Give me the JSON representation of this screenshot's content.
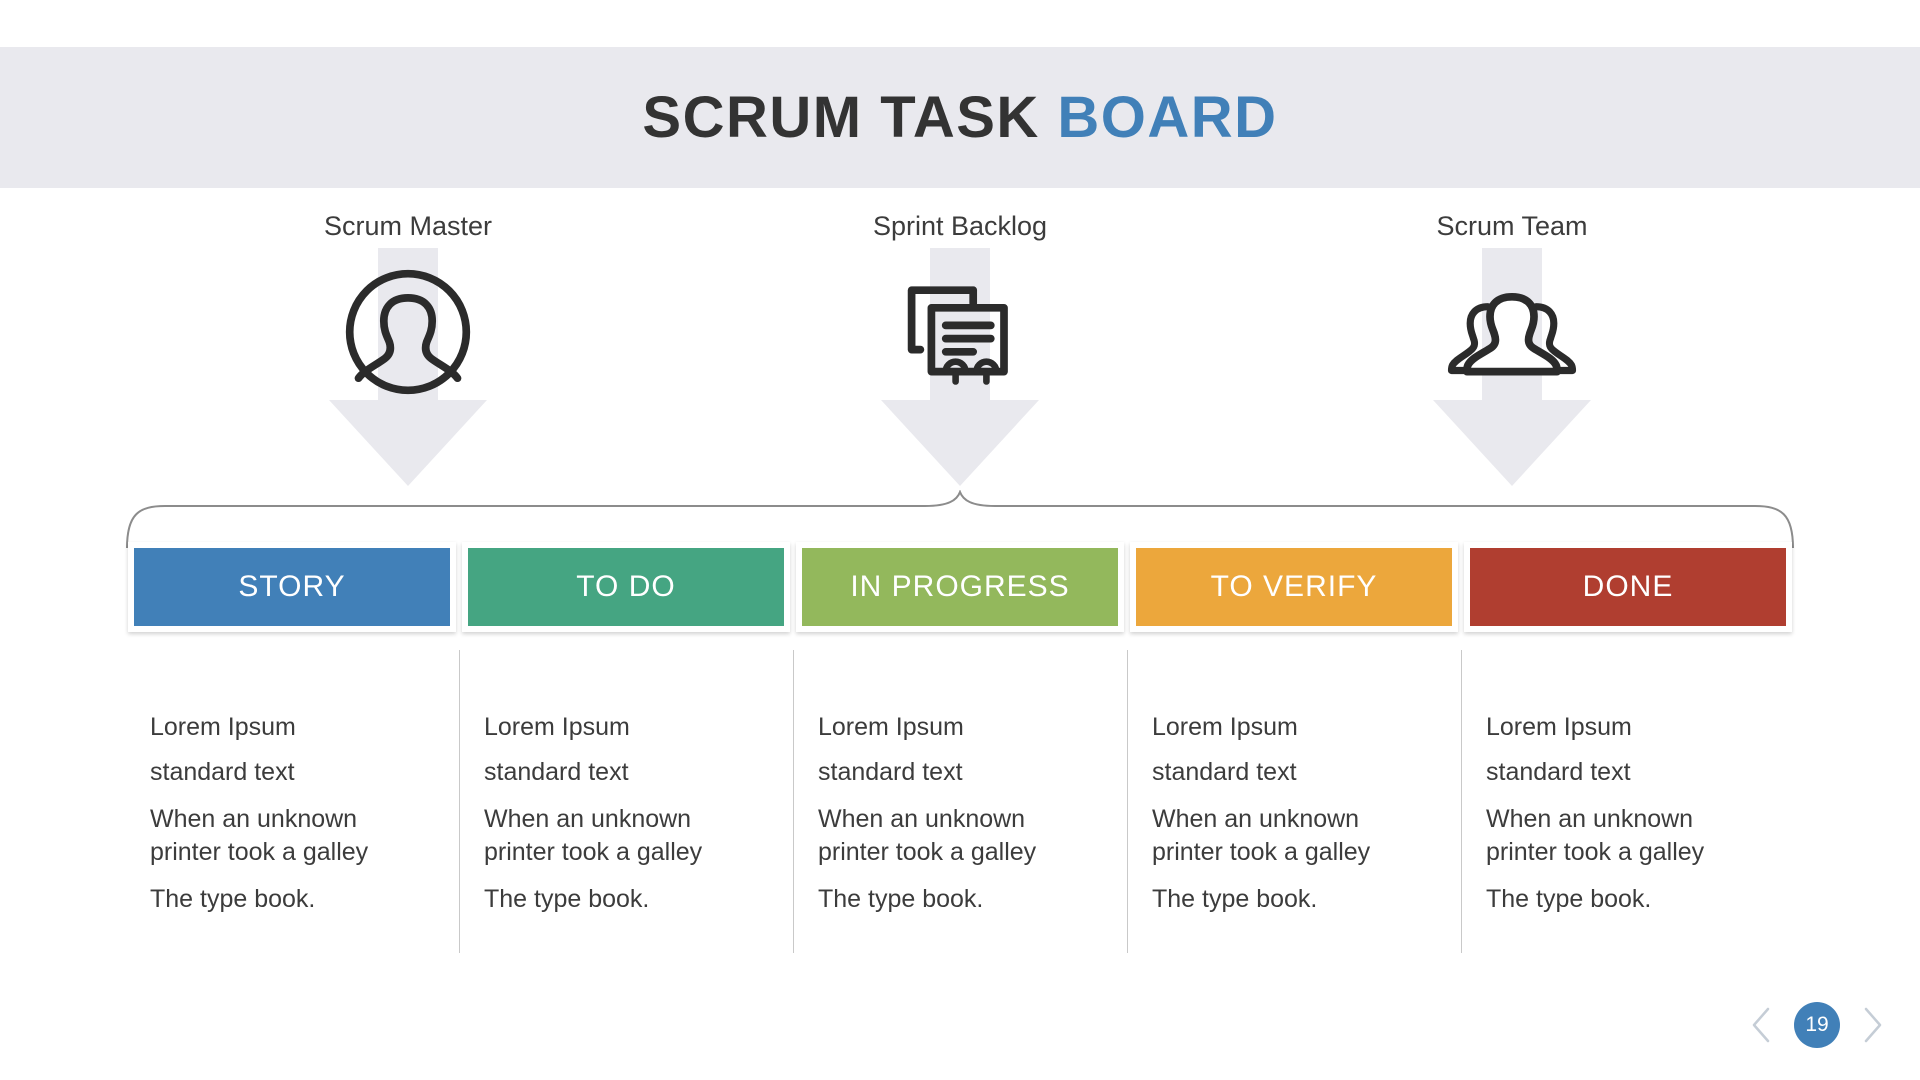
{
  "title": {
    "main": "SCRUM TASK ",
    "accent": "BOARD"
  },
  "colors": {
    "title_band_bg": "#e9e9ee",
    "title_main": "#333333",
    "accent_blue": "#4180b8",
    "arrow_gray": "#e9e9ee",
    "icon_dark": "#2b2b2b",
    "divider": "#c9c9c9",
    "body_text": "#3c3c3c"
  },
  "roles": [
    {
      "label": "Scrum Master",
      "icon": "person-in-circle-icon"
    },
    {
      "label": "Sprint Backlog",
      "icon": "documents-icon"
    },
    {
      "label": "Scrum Team",
      "icon": "group-of-people-icon"
    }
  ],
  "columns": [
    {
      "header": "STORY",
      "color": "#4180b8",
      "lines": [
        "Lorem Ipsum",
        "standard text",
        "When an unknown printer took a galley",
        "The type book."
      ]
    },
    {
      "header": "TO DO",
      "color": "#45a582",
      "lines": [
        "Lorem Ipsum",
        "standard text",
        "When an unknown printer took a galley",
        "The type book."
      ]
    },
    {
      "header": "IN PROGRESS",
      "color": "#93b85c",
      "lines": [
        "Lorem Ipsum",
        "standard text",
        "When an unknown printer took a galley",
        "The type book."
      ]
    },
    {
      "header": "TO VERIFY",
      "color": "#eca73c",
      "lines": [
        "Lorem Ipsum",
        "standard text",
        "When an unknown printer took a galley",
        "The type book."
      ]
    },
    {
      "header": "DONE",
      "color": "#b03e30",
      "lines": [
        "Lorem Ipsum",
        "standard text",
        "When an unknown printer took a galley",
        "The type book."
      ]
    }
  ],
  "pager": {
    "prev_icon": "chevron-left-icon",
    "next_icon": "chevron-right-icon",
    "page_number": "19"
  }
}
